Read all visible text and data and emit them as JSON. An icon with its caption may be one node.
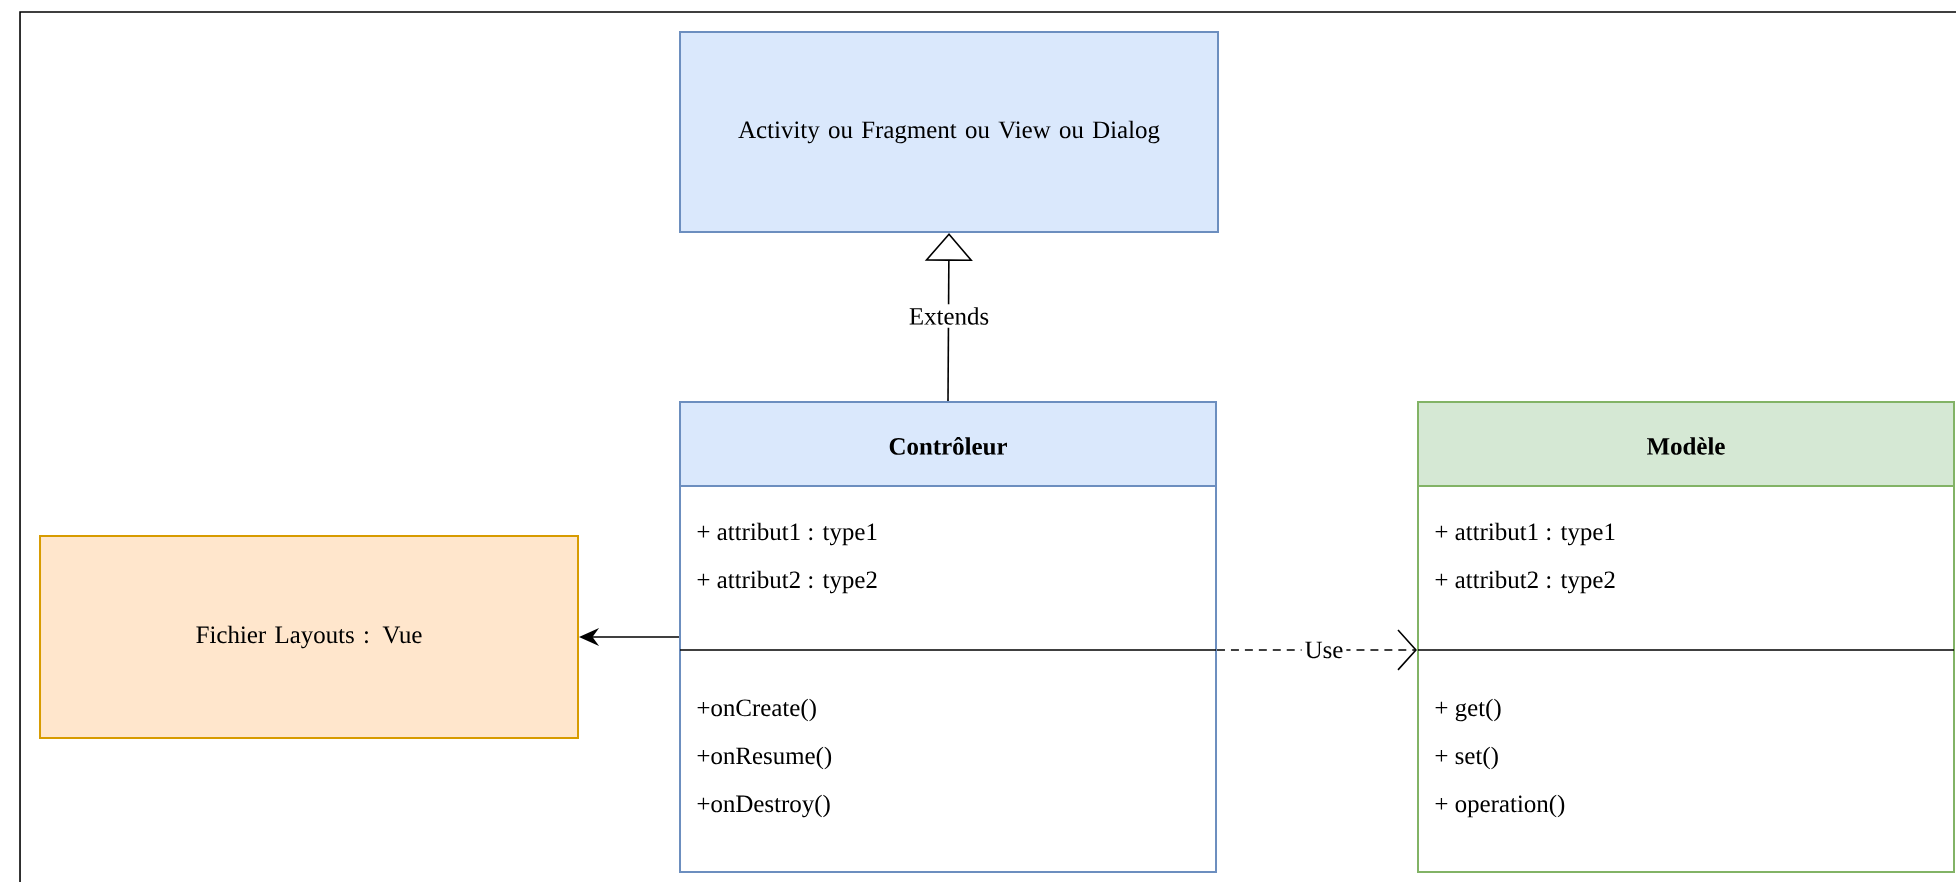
{
  "diagram": {
    "nodes": [
      {
        "text": [
          "Activity ou Fragment ou View ou Dialog"
        ]
      },
      {
        "text": [
          "**Contrôleur**",
          "+ attribut1 : type1",
          "+ attribut2 : type2",
          "+onCreate()",
          "+onResume()",
          "+onDestroy()"
        ]
      },
      {
        "text": [
          "**Modèle**",
          "+ attribut1 : type1",
          "+ attribut2 : type2",
          "+ get()",
          "+ set()",
          "+ operation()"
        ]
      },
      {
        "text": [
          "Fichier Layouts : Vue"
        ]
      }
    ],
    "edges": [
      {
        "from": 1,
        "to": 0,
        "arrow": "to",
        "label": "Extends"
      },
      {
        "from": 1,
        "to": 3,
        "arrow": "to"
      },
      {
        "from": 1,
        "to": 2,
        "arrow": "to",
        "label": "Use",
        "style": "dashed"
      }
    ]
  }
}
